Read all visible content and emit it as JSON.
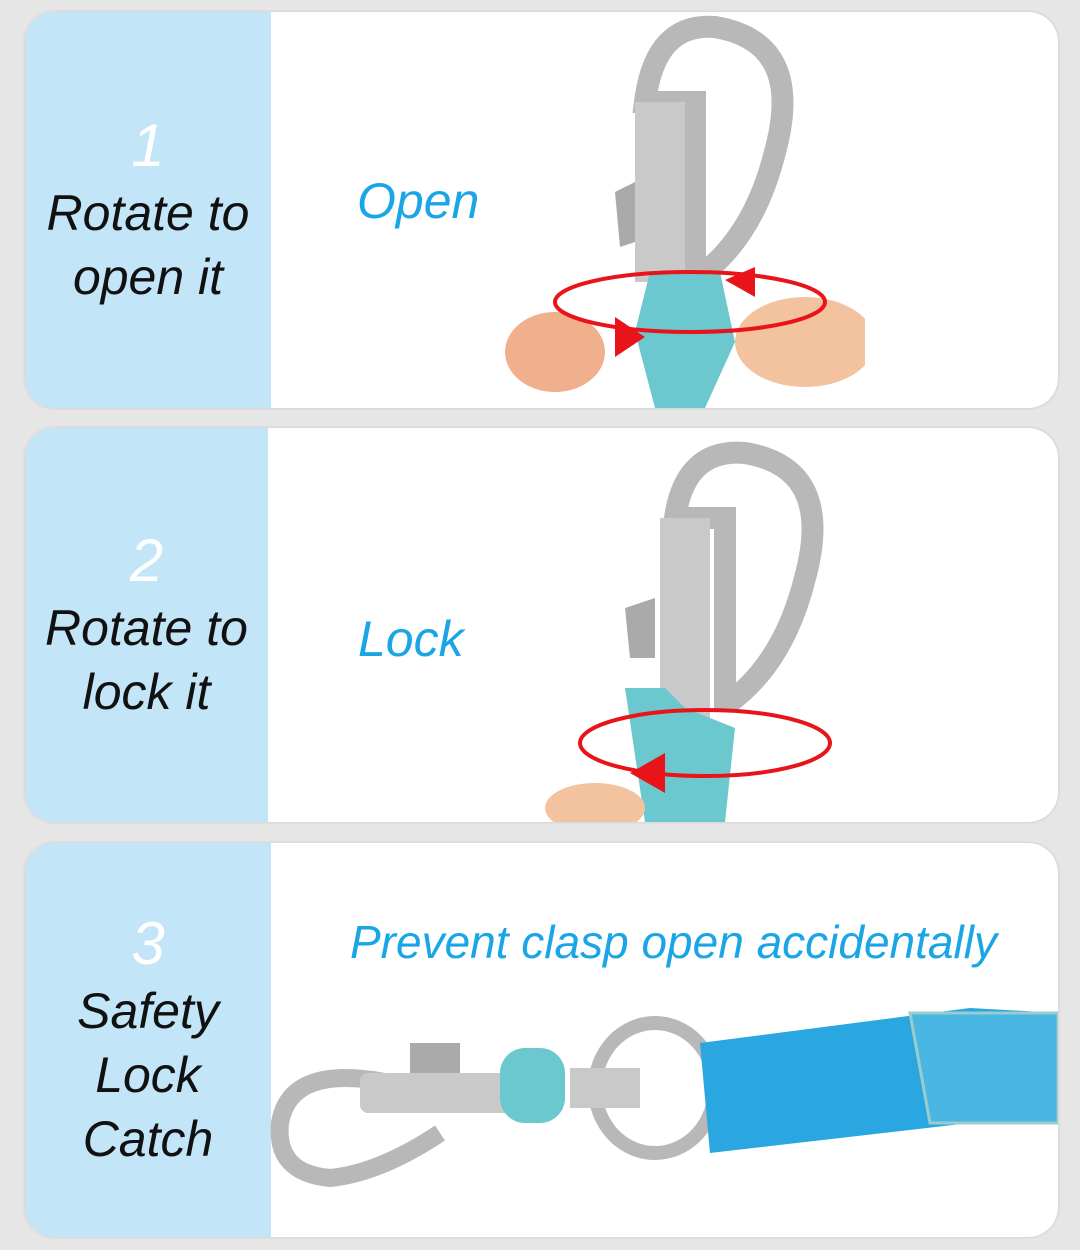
{
  "steps": [
    {
      "number": "1",
      "label_lines": [
        "Rotate to",
        "open it"
      ],
      "action": "Open"
    },
    {
      "number": "2",
      "label_lines": [
        "Rotate to",
        "lock it"
      ],
      "action": "Lock"
    },
    {
      "number": "3",
      "label_lines": [
        "Safety",
        "Lock",
        "Catch"
      ],
      "action": "Prevent clasp open accidentally"
    }
  ],
  "colors": {
    "panel": "#c3e5f8",
    "accent": "#1aa6e6",
    "arrow": "#e8141a",
    "catch": "#6cc8cf"
  }
}
